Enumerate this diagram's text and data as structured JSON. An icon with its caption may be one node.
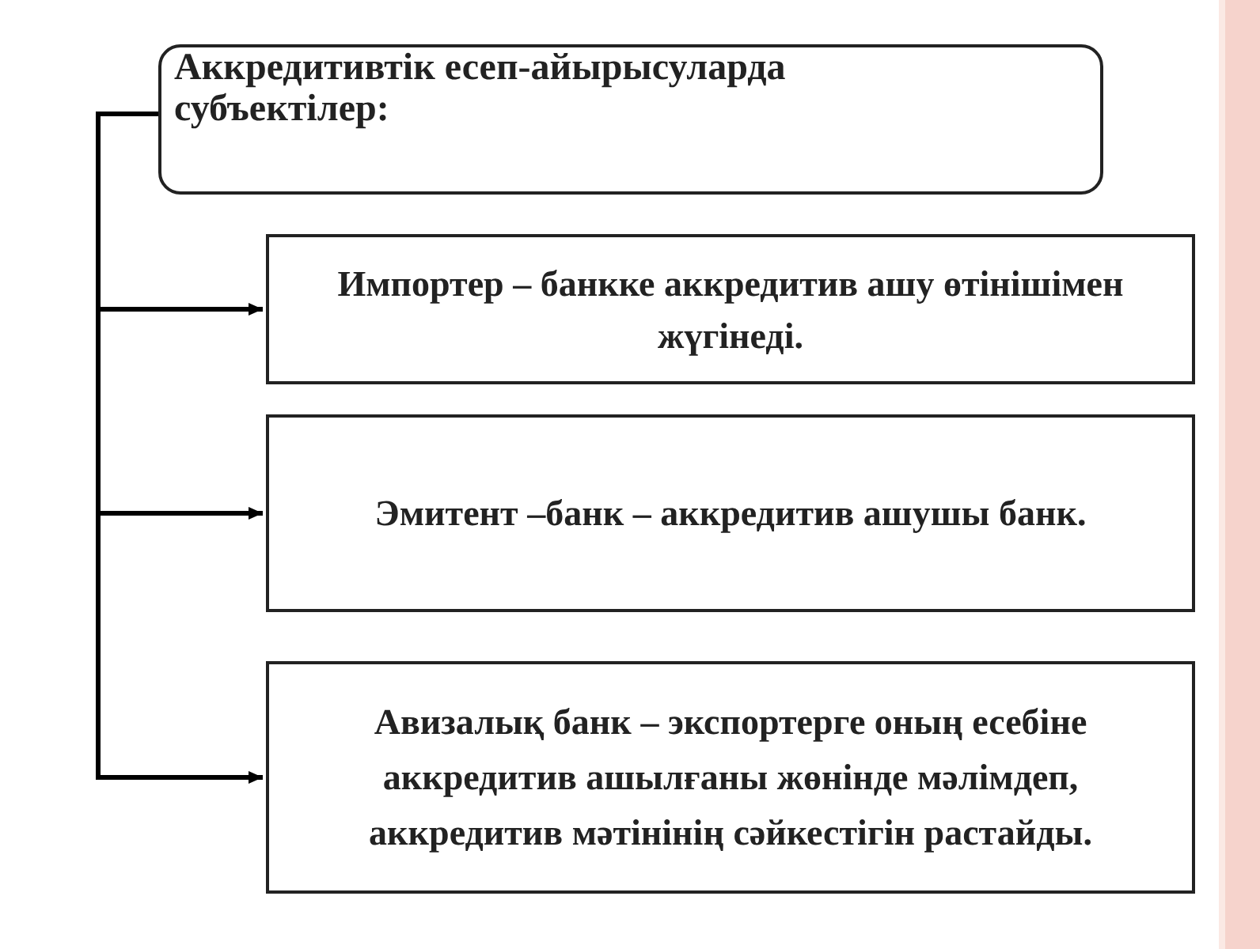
{
  "diagram": {
    "nodes": [
      {
        "text": [
          "Аккредитивтік есеп-айырысуларда субъектілер:"
        ]
      },
      {
        "text": [
          "Импортер – банкке аккредитив ашу өтінішімен жүгінеді."
        ]
      },
      {
        "text": [
          "Эмитент –банк – аккредитив ашушы банк."
        ]
      },
      {
        "text": [
          "Авизалық банк – экспортерге оның есебіне аккредитив ашылғаны жөнінде мәлімдеп, аккредитив мәтінінің сәйкестігін растайды."
        ]
      }
    ],
    "edges": [
      {
        "from": 0,
        "to": 1,
        "arrow": "to"
      },
      {
        "from": 0,
        "to": 2,
        "arrow": "to"
      },
      {
        "from": 0,
        "to": 3,
        "arrow": "to"
      }
    ]
  }
}
